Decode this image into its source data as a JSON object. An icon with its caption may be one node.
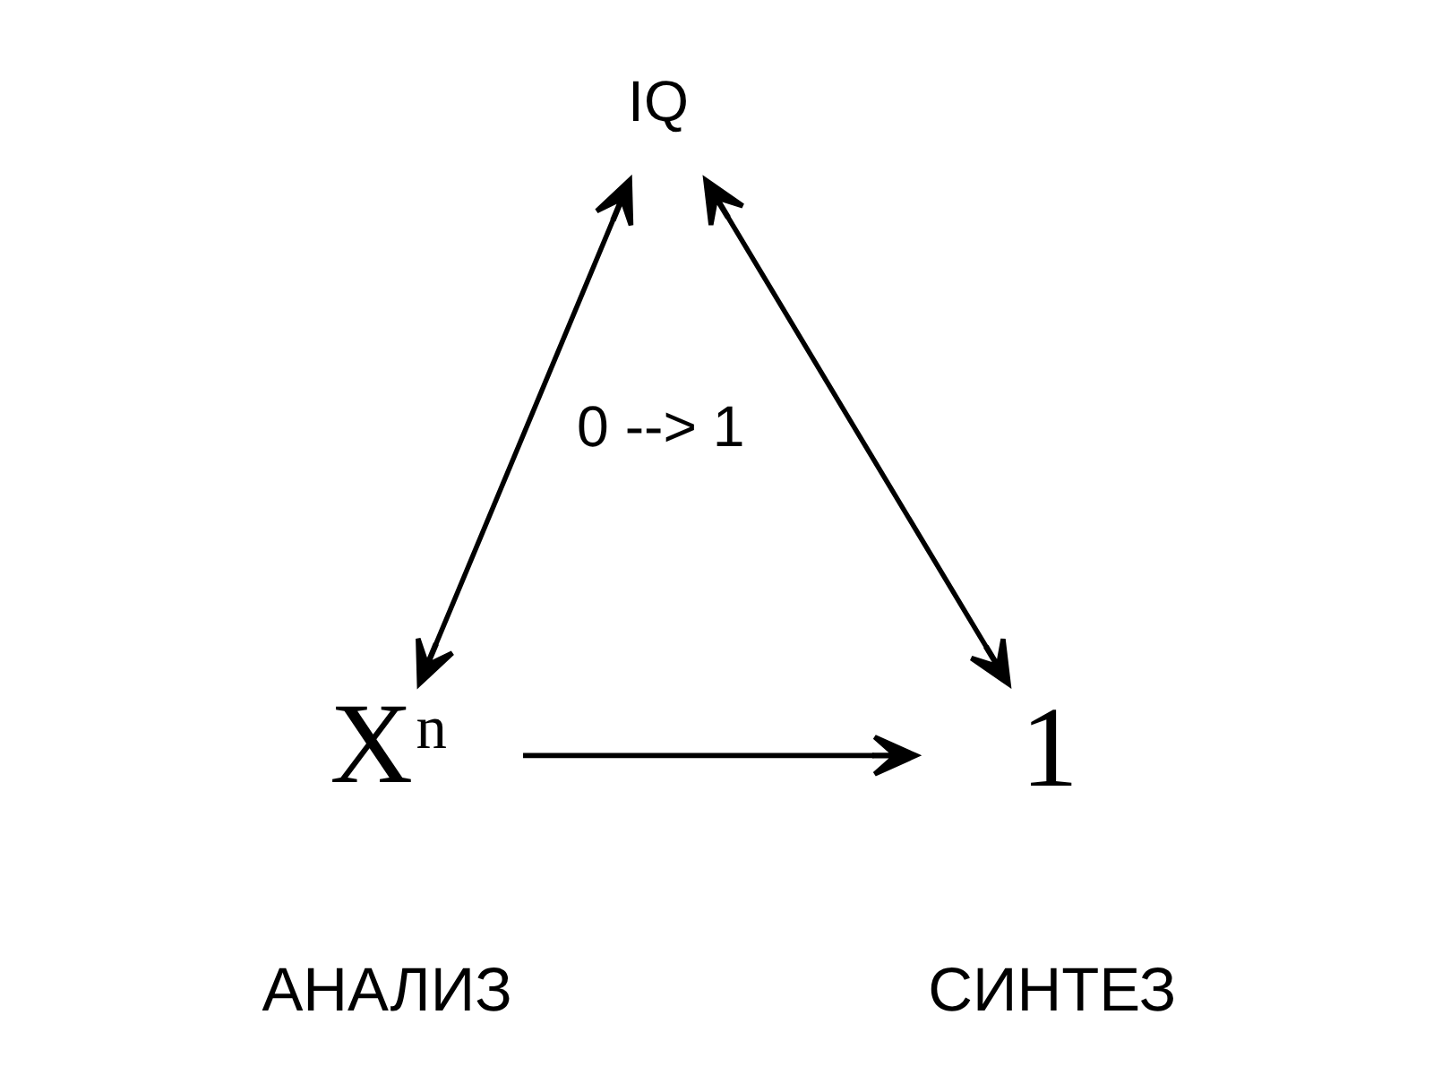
{
  "diagram": {
    "nodes": [
      {
        "text": [
          "IQ"
        ]
      },
      {
        "text": [
          "X$^{n}$"
        ],
        "beside": [
          "АНАЛИЗ"
        ]
      },
      {
        "text": [
          "1"
        ],
        "beside": [
          "СИНТЕЗ"
        ]
      }
    ],
    "edges": [
      {
        "from": 0,
        "to": 1,
        "arrow": "both"
      },
      {
        "from": 0,
        "to": 2,
        "arrow": "both"
      },
      {
        "from": 1,
        "to": 2,
        "arrow": "to"
      }
    ],
    "labels": [
      "0 --> 1"
    ]
  }
}
